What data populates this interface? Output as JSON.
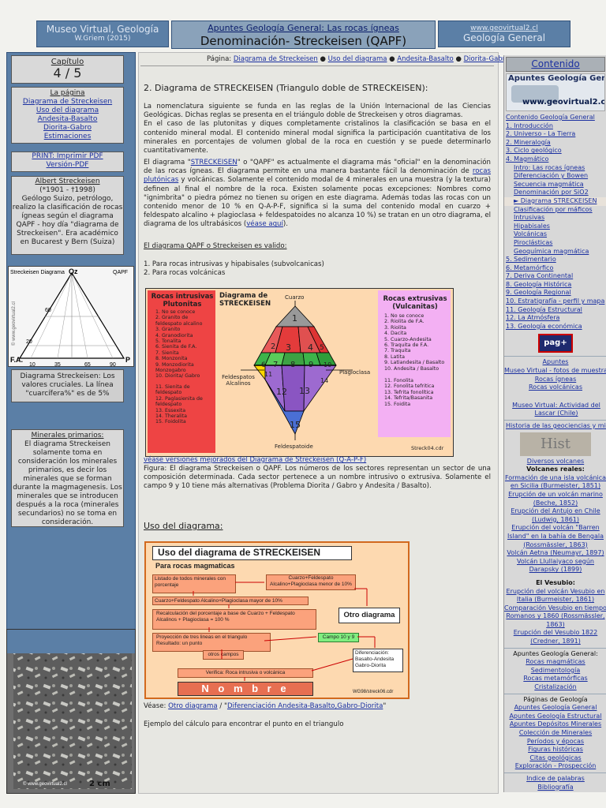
{
  "header": {
    "left_title": "Museo Virtual, Geología",
    "left_sub": "W.Griem (2015)",
    "center_link": "Apuntes Geología General: Las rocas ígneas",
    "center_title": "Denominación- Streckeisen (QAPF)",
    "right_link": "www.geovirtual2.cl",
    "right_title": "Geología General"
  },
  "left": {
    "chapter_label": "Capítulo",
    "chapter_value": "4 / 5",
    "page_label": "La página",
    "page_links": [
      "Diagrama de Streckeisen",
      "Uso del diagrama",
      "Andesita-Basalto",
      "Diorita-Gabro",
      "Estimaciones"
    ],
    "print_link": "PRINT: Imprimir PDF",
    "pdf_link": "Versión-PDF",
    "bio_name": "Albert Streckeisen",
    "bio_dates": "(*1901 - †1998)",
    "bio_text": "Geólogo Suizo, petrólogo, realizo la clasificación de rocas ígneas según el diagrama QAPF - hoy día \"diagrama de Streckeisen\". Era académico en Bucarest y Bern (Suiza)",
    "mini_title": "Streckeisen Diagrama",
    "mini_q": "Qz",
    "mini_qapf": "QAPF",
    "mini_fa": "F.A.",
    "mini_p": "P",
    "mini_watermark": "© www.geovirtual2.cl",
    "mini_ticks_left": [
      "60",
      "20"
    ],
    "mini_ticks_bottom": [
      "10",
      "35",
      "65",
      "90"
    ],
    "caption": "Diagrama Streckeisen: Los valores cruciales. La línea \"cuarcífera%\" es de 5%",
    "minerals_title": "Minerales primarios:",
    "minerals_text": "El diagrama Streckeisen solamente toma en consideración los minerales primarios, es decir los minerales que se forman durante la magmagenesis. Los minerales que se introducen después a la roca (minerales secundarios) no se toma en consideración.",
    "photo_watermark": "© www.geovirtual2.cl",
    "photo_scale": "2 cm"
  },
  "main": {
    "nav_prefix": "Página:",
    "nav_links": [
      "Diagrama de Streckeisen",
      "Uso del diagrama",
      "Andesita-Basalto",
      "Diorita-Gabro"
    ],
    "section_title": "2. Diagrama de STRECKEISEN (Triangulo doble de STRECKEISEN):",
    "p1": "La nomenclatura siguiente se funda en las reglas de la Unión Internacional de las Ciencias Geológicas. Dichas reglas se presenta en el triángulo doble de Streckeisen y otros diagramas.",
    "p1b": "En el caso de las plutonitas y diques completamente cristalinos la clasificación se basa en el contenido mineral modal. El contenido mineral modal significa la participación cuantitativa de los minerales en porcentajes de volumen global de la roca en cuestión y se puede determinarlo cuantitativamente.",
    "p2a": "El diagrama \"",
    "p2_link1": "STRECKEISEN",
    "p2b": "\" o \"QAPF\" es actualmente el diagrama más \"oficial\" en la denominación de las rocas ígneas. El diagrama permite en una manera bastante fácil la denominación de ",
    "p2_link2": "rocas plutónicas",
    "p2c": " y volcánicas. Solamente el contenido modal de 4 minerales en una muestra (y la textura) definen al final el nombre de la roca. Existen solamente pocas excepciones: Nombres como \"ignimbrita\" o piedra pómez no tienen su origen en este diagrama. Además todas las rocas con un contenido menor de 10 % en Q-A-P-F, significa si la suma del contenido modal en cuarzo + feldespato alcalino + plagioclasa + feldespatoides no alcanza 10 %) se tratan en un otro diagrama, el diagrama de los ultrabásicos (",
    "p2_link3": "véase aquí",
    "p2d": ").",
    "valid_title": "El diagrama QAPF o Streckeisen es valido:",
    "valid_items": [
      "1. Para rocas intrusivas y hipabisales (subvolcanicas)",
      "2. Para rocas volcánicas"
    ],
    "diagram": {
      "left_title": "Rocas intrusivas Plutonitas",
      "left_items": [
        "1. No se conoce",
        "2. Granito de feldespato alcalino",
        "3. Granito",
        "4. Granodiorita",
        "5. Tonalita",
        "6. Sienita de F.A.",
        "7. Sienita",
        "8. Monzonita",
        "9. Monzodiorita Monzogabro",
        "10. Diorita/ Gabro",
        "11. Sienita de feldespato",
        "12. Paglasienita de feldespato",
        "13. Essexita",
        "14. Theralita",
        "15. Foidolita"
      ],
      "center_title": "Diagrama de STRECKEISEN",
      "q_label": "Cuarzo",
      "a_label": "Feldespatos Alcalinos",
      "p_label": "Plagioclasa",
      "f_label": "Feldespatoide",
      "right_title": "Rocas extrusivas (Vulcanitas)",
      "right_items": [
        "1. No se conoce",
        "2. Riolita de F.A.",
        "3. Riolita",
        "4. Dacita",
        "5. Cuarzo-Andesita",
        "6. Traquita de F.A.",
        "7. Traquita",
        "8. Latita",
        "9. Latiandesita / Basalto",
        "10. Andesita / Basalto",
        "11. Fonolita",
        "12. Fonolita tefritica",
        "13. Tefrita fonolítica",
        "14. Tefrita/Basanita",
        "15. Foidita"
      ],
      "copyright": "Streck04.cdr",
      "fields": [
        "1",
        "2",
        "3",
        "4",
        "5",
        "6",
        "7",
        "8",
        "9",
        "10",
        "11",
        "12",
        "13",
        "14",
        "15"
      ]
    },
    "diag_link": "véase versiones mejorados del Diagrama de Streckeisen (Q-A-P-F)",
    "figcap": "Figura: El diagrama Streckeisen o QAPF. Los números de los sectores representan un sector de una composición determinada. Cada sector pertenece a un nombre intrusivo o extrusiva. Solamente el campo 9 y 10 tiene más alternativas (Problema Diorita / Gabro y Andesita / Basalto).",
    "uso_title": "Uso del diagrama:",
    "flow": {
      "title": "Uso del diagrama de STRECKEISEN",
      "subtitle": "Para rocas magmaticas",
      "b1": "Listado de todos minerales con porcentaje",
      "b2": "Cuarzo+Feldespato Alcalino+Plagioclasa menor de 10%",
      "b3": "Cuarzo+Feldespato Alcalino+Plagioclasa mayor de 10%",
      "b4": "Otro diagrama",
      "b5": "Recalculación del porcentaje a base de Cuarzo + Feldespato Alcalinos + Plagioclasa = 100 %",
      "b6": "Proyección de tres lineas en el triangulo Resultado: un punto",
      "b7": "Campo 10 y 9",
      "b8": "otros campos",
      "b9": "Diferenciación: Basalto-Andesita Gabro-Diorita",
      "b10": "Verifica: Roca intrusiva o volcánica",
      "b11": "N o m b r e",
      "copyright": "WG98/streck06.cdr"
    },
    "see_prefix": "Véase:",
    "see_link1": "Otro diagrama",
    "see_mid": " / \"",
    "see_link2": "Diferenciación Andesita-Basalto,Gabro-Diorita",
    "see_end": "\"",
    "example": "Ejemplo del cálculo para encontrar el punto en el triangulo"
  },
  "right": {
    "contenido": "Contenido",
    "banner_text": "Apuntes Geología General",
    "banner_url": "www.geovirtual2.cl",
    "toc": [
      {
        "t": "Contenido Geología General",
        "c": "item"
      },
      {
        "t": "1. Introducción",
        "c": "item"
      },
      {
        "t": "2. Universo - La Tierra",
        "c": "item"
      },
      {
        "t": "2. Mineralogía",
        "c": "item"
      },
      {
        "t": "3. Ciclo geológico",
        "c": "item"
      },
      {
        "t": "4. Magmático",
        "c": "item"
      },
      {
        "t": "Intro: Las rocas ígneas",
        "c": "item sub"
      },
      {
        "t": "Diferenciación y Bowen",
        "c": "item sub"
      },
      {
        "t": "Secuencia magmática",
        "c": "item sub"
      },
      {
        "t": "Denominación por SiO2",
        "c": "item sub"
      },
      {
        "t": "► Diagrama STRECKEISEN",
        "c": "item sub hl"
      },
      {
        "t": "Clasificación por máficos",
        "c": "item sub"
      },
      {
        "t": "Intrusivas",
        "c": "item sub"
      },
      {
        "t": "Hipabisales",
        "c": "item sub"
      },
      {
        "t": "Volcánicas",
        "c": "item sub"
      },
      {
        "t": "Piroclásticas",
        "c": "item sub"
      },
      {
        "t": "Geoquímica magmática",
        "c": "item sub"
      },
      {
        "t": "5. Sedimentario",
        "c": "item"
      },
      {
        "t": "6. Metamórfico",
        "c": "item"
      },
      {
        "t": "7. Deriva Continental",
        "c": "item"
      },
      {
        "t": "8. Geología Histórica",
        "c": "item"
      },
      {
        "t": "9. Geología Regional",
        "c": "item"
      },
      {
        "t": "10. Estratigrafía - perfil y mapa",
        "c": "item"
      },
      {
        "t": "11. Geología Estructural",
        "c": "item"
      },
      {
        "t": "12. La Atmósfera",
        "c": "item"
      },
      {
        "t": "13. Geología económica",
        "c": "item"
      }
    ],
    "pag_btn": "pag+",
    "apuntes_label": "Apuntes",
    "apuntes_links": [
      "Museo Virtual - fotos de muestras",
      "Rocas ígneas",
      "Rocas volcánicas"
    ],
    "links2": [
      "Museo Virtual: Actividad del Lascar (Chile)",
      "Historia de las geociencias y minería"
    ],
    "histo_img_text": "Hist",
    "volc_head": "Diversos volcanes",
    "volc_label": "Volcanes reales:",
    "volc_links": [
      "Formación de una isla volcánica en Sicilia (Burmeister, 1851)",
      "Erupción de un volcán marino (Beche, 1852)",
      "Erupción del Antujo en Chile (Ludwig, 1861)",
      "Erupción del volcán \"Barren Island\" en la bahía de Bengala (Rossmässler, 1863)",
      "Volcán Aetna (Neumayr, 1897)",
      "Volcán Llullaiyaco según Darapsky (1899)"
    ],
    "vesubio_label": "El Vesubio:",
    "vesubio_links": [
      "Erupción del volcán Vesubio en Italia (Burmeister, 1861)",
      "Comparación Vesubio en tiempo Romanos y 1860 (Rossmässler, 1863)",
      "Erupción del Vesubio 1822 (Credner, 1891)"
    ],
    "apuntes2_label": "Apuntes Geología General:",
    "apuntes2_links": [
      "Rocas magmáticas",
      "Sedimentología",
      "Rocas metamórficas",
      "Cristalización"
    ],
    "paginas_label": "Páginas de Geología",
    "paginas_links": [
      "Apuntes Geología General",
      "Apuntes Geología Estructural",
      "Apuntes Depósitos Minerales",
      "Colección de Minerales",
      "Períodos y épocas",
      "Figuras históricas",
      "Citas geológicas",
      "Exploración - Prospección"
    ],
    "indice": "Indice de palabras",
    "biblio": "Bibliografía"
  }
}
